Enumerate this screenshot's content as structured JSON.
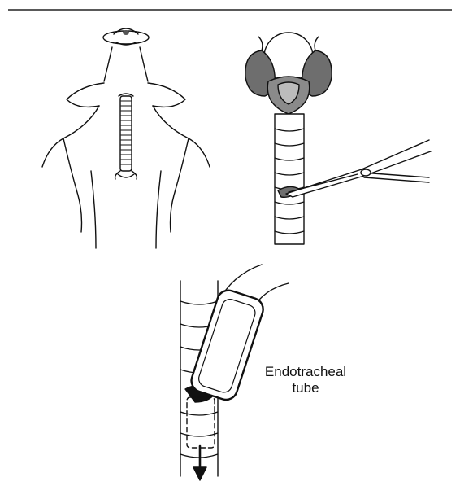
{
  "figure": {
    "label_endotracheal_line1": "Endotracheal",
    "label_endotracheal_line2": "tube",
    "panels": [
      "animal-ventral-view",
      "exposed-trachea-with-scissors",
      "tube-insertion-detail"
    ]
  },
  "colors": {
    "ink": "#111111",
    "shade": "#6e6e6e",
    "background": "#ffffff"
  }
}
